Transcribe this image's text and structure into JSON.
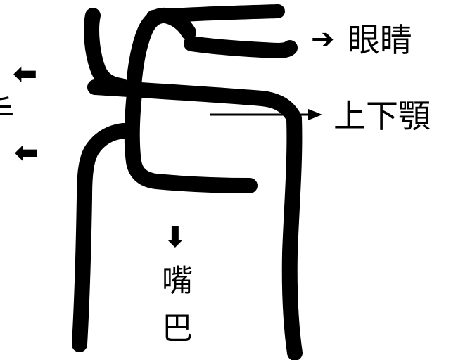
{
  "diagram": {
    "labels": {
      "eyes": "眼睛",
      "jaw": "上下顎",
      "mouth_line1": "嘴",
      "mouth_line2": "巴",
      "left_partial": "手"
    },
    "icons": {
      "eyes_arrow": "right-arrow-icon",
      "jaw_arrow": "thin-right-arrow",
      "mouth_arrow": "down-arrow-icon",
      "left_arrow_top": "left-arrow-icon",
      "left_arrow_bottom": "left-arrow-icon"
    },
    "colors": {
      "stroke": "#000000",
      "background": "#ffffff"
    }
  }
}
